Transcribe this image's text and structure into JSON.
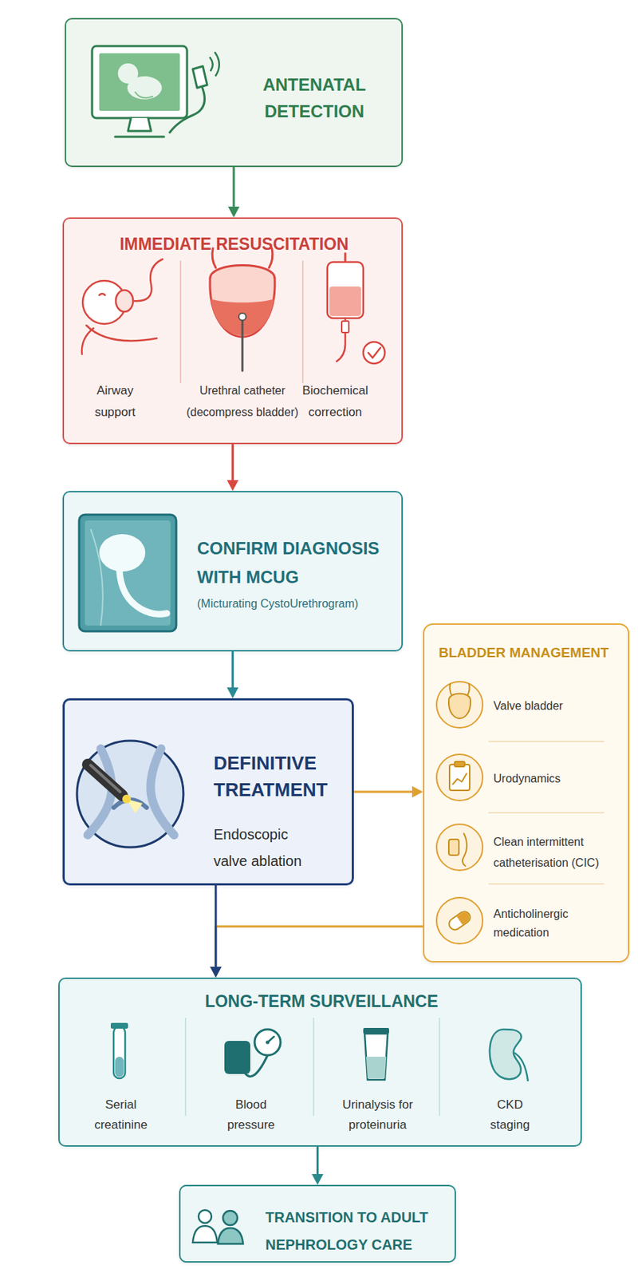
{
  "diagram": {
    "nodes": [
      {
        "text": [
          "ANTENATAL DETECTION"
        ]
      },
      {
        "text": [
          "IMMEDIATE RESUSCITATION",
          "Airway support",
          "Urethral catheter (decompress bladder)",
          "Biochemical correction"
        ]
      },
      {
        "text": [
          "CONFIRM DIAGNOSIS WITH MCUG",
          "(Micturating CystoUrethrogram)"
        ]
      },
      {
        "text": [
          "DEFINITIVE TREATMENT",
          "Endoscopic valve ablation"
        ]
      },
      {
        "text": [
          "BLADDER MANAGEMENT",
          "Valve bladder",
          "Urodynamics",
          "Clean intermittent catheterisation (CIC)",
          "Anticholinergic medication"
        ]
      },
      {
        "text": [
          "LONG-TERM SURVEILLANCE",
          "Serial creatinine",
          "Blood pressure",
          "Urinalysis for proteinuria",
          "CKD staging"
        ]
      },
      {
        "text": [
          "TRANSITION TO ADULT NEPHROLOGY CARE"
        ]
      }
    ],
    "edges": [
      {
        "from": 0,
        "to": 1,
        "arrow": "to"
      },
      {
        "from": 1,
        "to": 2,
        "arrow": "to"
      },
      {
        "from": 2,
        "to": 3,
        "arrow": "to"
      },
      {
        "from": 3,
        "to": 4,
        "arrow": "to"
      },
      {
        "from": 3,
        "to": 5,
        "arrow": "to"
      },
      {
        "from": 4,
        "to": 5,
        "arrow": "to"
      },
      {
        "from": 5,
        "to": 6,
        "arrow": "to"
      }
    ]
  }
}
